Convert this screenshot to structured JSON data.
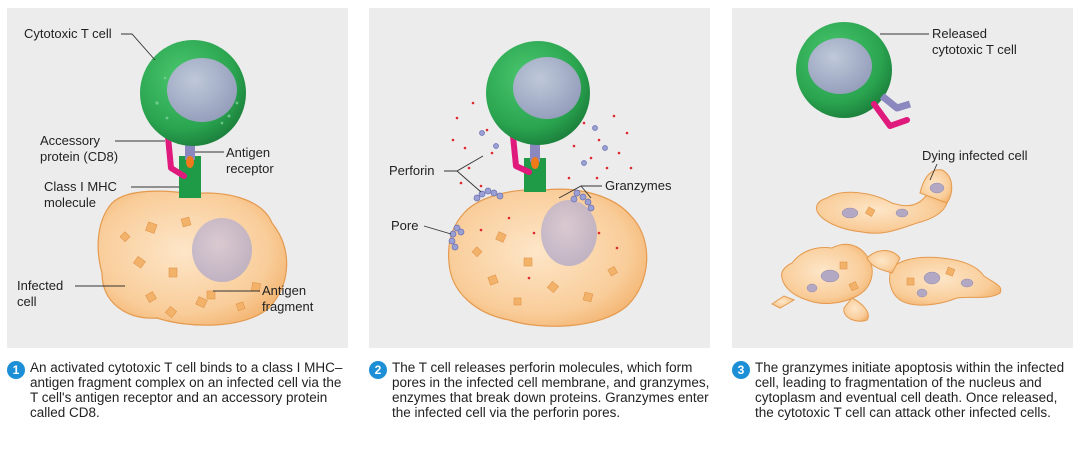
{
  "panel1": {
    "labels": {
      "t_cell": "Cytotoxic T cell",
      "accessory_1": "Accessory",
      "accessory_2": "protein (CD8)",
      "antigen_receptor_1": "Antigen",
      "antigen_receptor_2": "receptor",
      "mhc_1": "Class I MHC",
      "mhc_2": "molecule",
      "infected_1": "Infected",
      "infected_2": "cell",
      "fragment_1": "Antigen",
      "fragment_2": "fragment"
    },
    "caption": {
      "number": "1",
      "text": "An activated cytotoxic T cell binds to a class I MHC–antigen fragment complex on an infected cell via the T cell's antigen receptor and an accessory protein called CD8."
    }
  },
  "panel2": {
    "labels": {
      "perforin": "Perforin",
      "granzymes": "Granzymes",
      "pore": "Pore"
    },
    "caption": {
      "number": "2",
      "text": "The T cell releases perforin molecules, which form pores in the infected cell membrane, and granzymes, enzymes that break down proteins. Granzymes enter the infected cell via the perforin pores."
    }
  },
  "panel3": {
    "labels": {
      "released_1": "Released",
      "released_2": "cytotoxic T cell",
      "dying": "Dying infected cell"
    },
    "caption": {
      "number": "3",
      "text": "The granzymes initiate apoptosis within the infected cell, leading to fragmentation of the nucleus and cytoplasm and eventual cell death. Once released, the cytotoxic T cell can attack other infected cells."
    }
  },
  "colors": {
    "panel_bg": "#ececec",
    "t_cell_green": "#2aa44f",
    "t_cell_nucleus": "#a9a9cc",
    "infected_cell": "#f8c58e",
    "cd8_magenta": "#e0197d",
    "mhc_green": "#1f9a47",
    "receptor_purple": "#8a88bf",
    "antigen_orange": "#f07a1a",
    "granzyme_red": "#e0282f",
    "perforin_blue": "#9aa0d6",
    "step_badge": "#1c8fd6"
  }
}
